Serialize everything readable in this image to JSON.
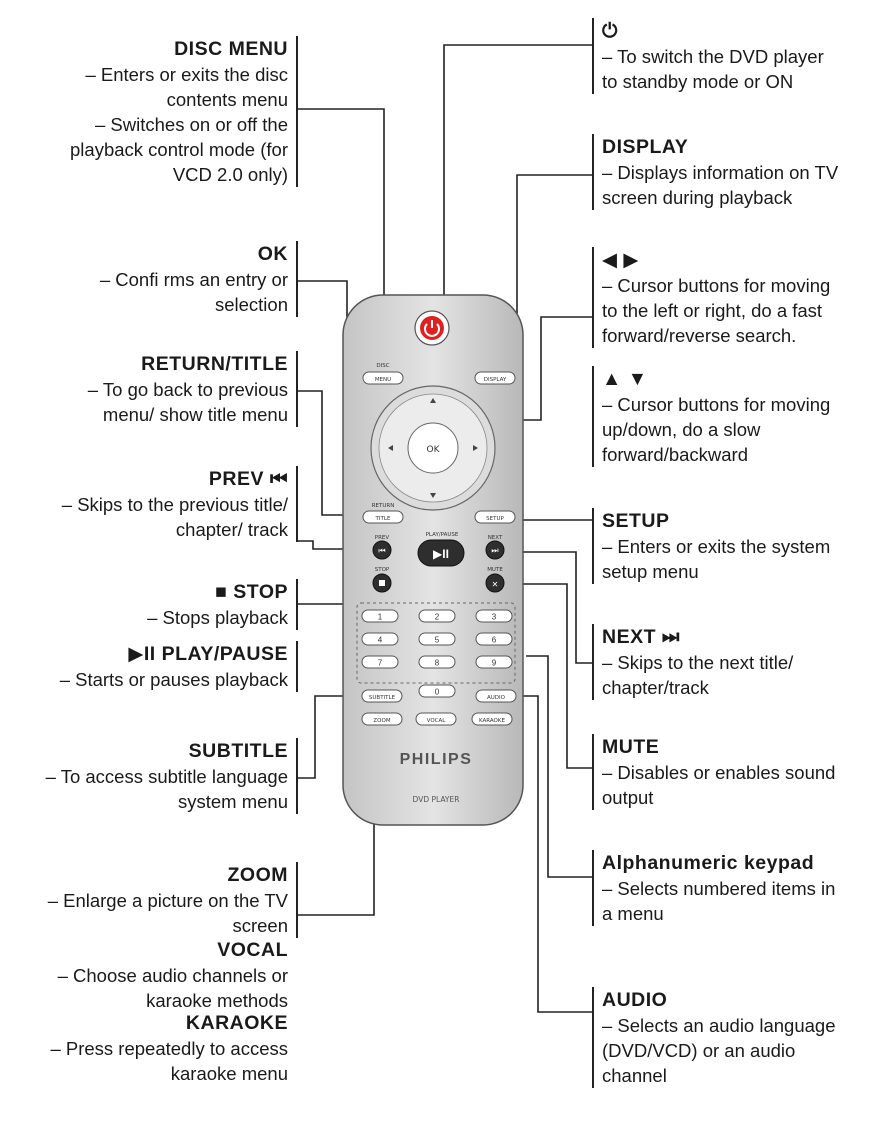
{
  "left_labels": [
    {
      "name": "disc-menu",
      "title": "DISC MENU",
      "lines": [
        "– Enters or exits the disc",
        "contents menu",
        "– Switches on or off the",
        "playback control mode (for",
        "VCD 2.0 only)"
      ]
    },
    {
      "name": "ok",
      "title": "OK",
      "lines": [
        "– Confi rms an entry or",
        "selection"
      ]
    },
    {
      "name": "return-title",
      "title": "RETURN/TITLE",
      "lines": [
        "– To go back to previous",
        "menu/ show title menu"
      ]
    },
    {
      "name": "prev",
      "title": "PREV ⏮",
      "lines": [
        "– Skips to the previous title/",
        "chapter/ track"
      ]
    },
    {
      "name": "stop",
      "title": "■ STOP",
      "lines": [
        "– Stops playback"
      ]
    },
    {
      "name": "play-pause",
      "title": "▶II PLAY/PAUSE",
      "lines": [
        "– Starts or pauses playback"
      ]
    },
    {
      "name": "subtitle",
      "title": "SUBTITLE",
      "lines": [
        "– To access subtitle language",
        "system menu"
      ]
    },
    {
      "name": "zoom",
      "title": "ZOOM",
      "lines": [
        "– Enlarge a picture on the TV",
        "screen"
      ]
    },
    {
      "name": "vocal",
      "title": "VOCAL",
      "lines": [
        "– Choose audio channels or",
        "karaoke methods"
      ]
    },
    {
      "name": "karaoke",
      "title": "KARAOKE",
      "lines": [
        "– Press repeatedly to access",
        "karaoke menu"
      ]
    }
  ],
  "right_labels": [
    {
      "name": "power",
      "title": "⏻",
      "lines": [
        "– To switch the DVD player",
        "to standby mode or ON"
      ]
    },
    {
      "name": "display",
      "title": "DISPLAY",
      "lines": [
        "– Displays information on TV",
        "screen during playback"
      ]
    },
    {
      "name": "left-right",
      "title": "◀ ▶",
      "lines": [
        "– Cursor buttons for moving",
        "to the left or right, do a fast",
        "forward/reverse search."
      ]
    },
    {
      "name": "up-down",
      "title": "▲ ▼",
      "lines": [
        "– Cursor buttons for moving",
        "up/down, do a slow",
        "forward/backward"
      ]
    },
    {
      "name": "setup",
      "title": "SETUP",
      "lines": [
        "– Enters or exits the system",
        "setup menu"
      ]
    },
    {
      "name": "next",
      "title": "NEXT ⏭",
      "lines": [
        "– Skips to the next title/",
        "chapter/track"
      ]
    },
    {
      "name": "mute",
      "title": "MUTE",
      "lines": [
        "– Disables or enables sound",
        "output"
      ]
    },
    {
      "name": "alphanumeric-keypad",
      "title": "Alphanumeric keypad",
      "lines": [
        "– Selects numbered items in",
        "a menu"
      ]
    },
    {
      "name": "audio",
      "title": "AUDIO",
      "lines": [
        "– Selects an audio language",
        "(DVD/VCD) or an audio",
        "channel"
      ]
    }
  ],
  "remote": {
    "brand": "PHILIPS",
    "model": "DVD PLAYER",
    "disc_menu_top": "DISC",
    "disc_menu_bottom": "MENU",
    "display": "DISPLAY",
    "ok": "OK",
    "return_top": "RETURN",
    "title": "TITLE",
    "setup": "SETUP",
    "prev": "PREV",
    "play_pause": "PLAY/PAUSE",
    "next": "NEXT",
    "stop": "STOP",
    "mute": "MUTE",
    "digits": [
      "1",
      "2",
      "3",
      "4",
      "5",
      "6",
      "7",
      "8",
      "9",
      "0"
    ],
    "subtitle": "SUBTITLE",
    "audio": "AUDIO",
    "zoom": "ZOOM",
    "vocal": "VOCAL",
    "karaoke": "KARAOKE"
  }
}
